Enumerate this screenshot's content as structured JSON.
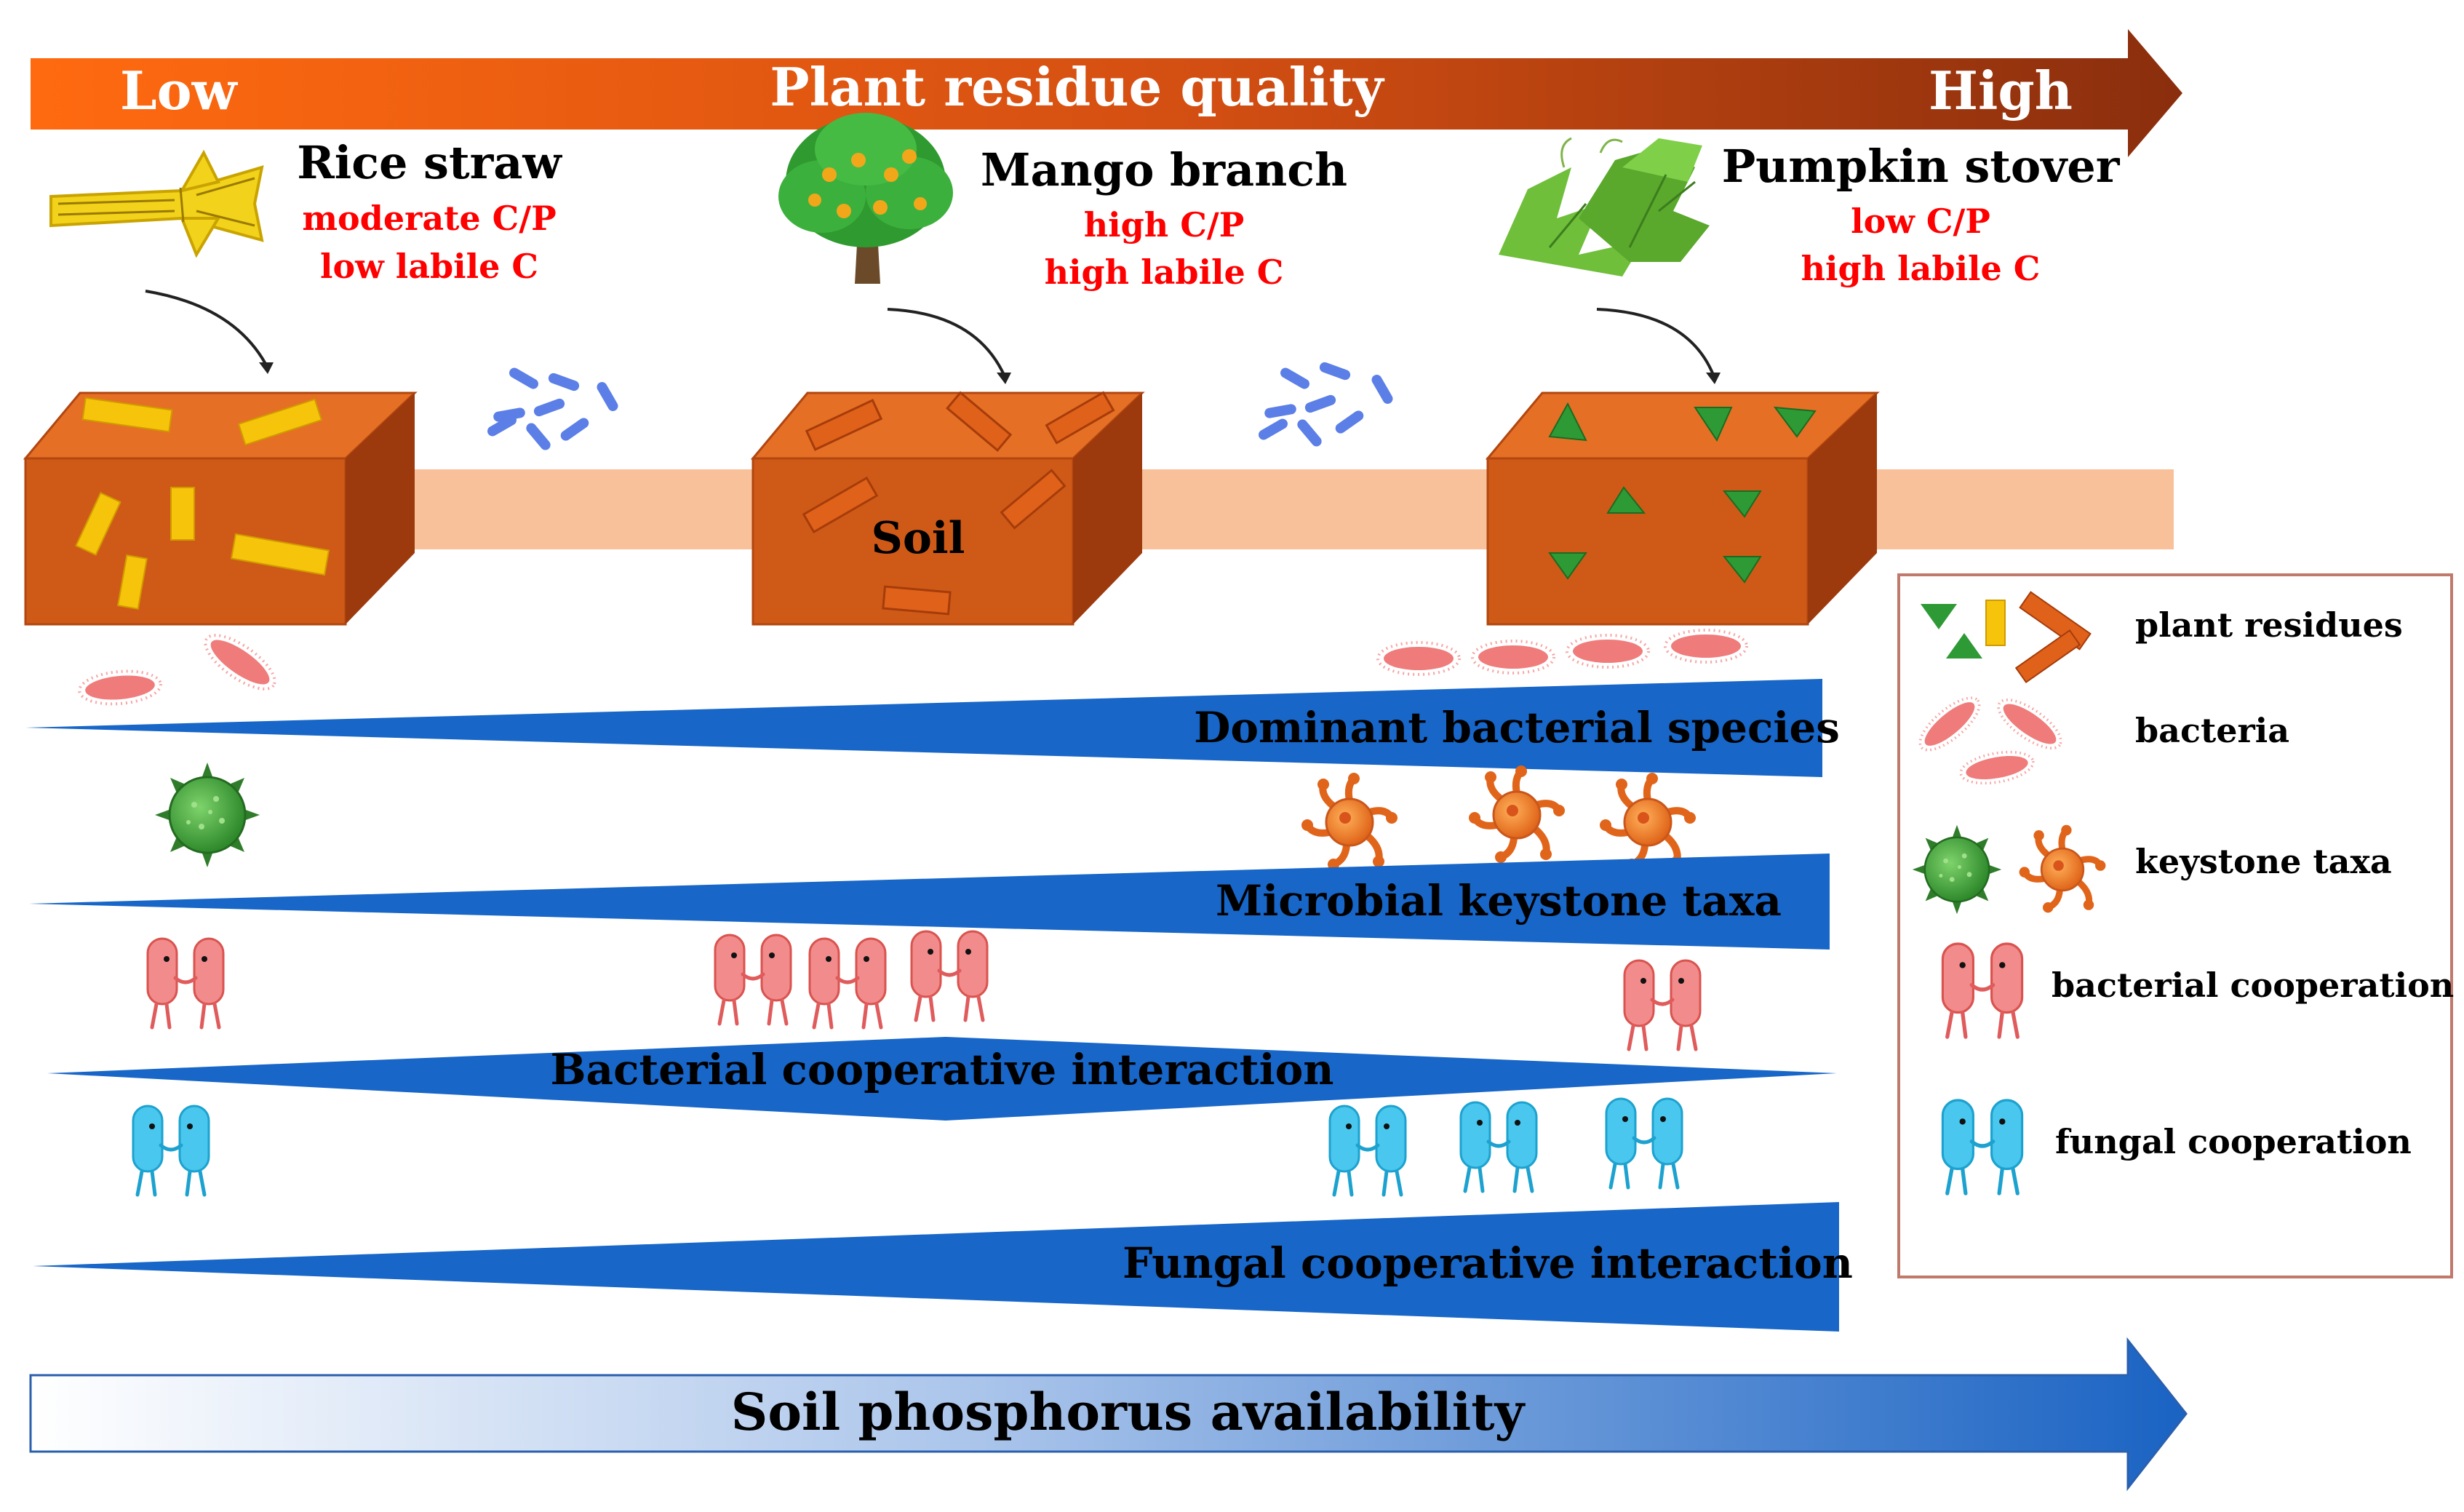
{
  "colors": {
    "top_arrow_start": "#ff6a10",
    "top_arrow_end": "#8a2e0d",
    "wedge_blue": "#1766c8",
    "soil_front": "#cf5a18",
    "soil_top": "#e56f25",
    "soil_side": "#9c3a0d",
    "soil_strip": "#f8c19a",
    "bottom_arrow_end": "#1a63c3",
    "label_red": "#ff0000"
  },
  "top_arrow": {
    "low": "Low",
    "title": "Plant residue quality",
    "high": "High"
  },
  "residues": [
    {
      "name": "Rice straw",
      "cp": "moderate C/P",
      "labile": "low labile C",
      "icon": "straw-icon"
    },
    {
      "name": "Mango branch",
      "cp": "high C/P",
      "labile": "high labile C",
      "icon": "tree-icon"
    },
    {
      "name": "Pumpkin stover",
      "cp": "low C/P",
      "labile": "high labile  C",
      "icon": "leaf-icon"
    }
  ],
  "soil_label": "Soil",
  "wedges": {
    "dominant": "Dominant bacterial species",
    "keystone": "Microbial keystone taxa",
    "bacterial_coop": "Bacterial cooperative interaction",
    "fungal_coop": "Fungal cooperative interaction"
  },
  "bottom_arrow": {
    "label": "Soil phosphorus availability"
  },
  "legend": {
    "residues": "plant  residues",
    "bacteria": "bacteria",
    "keystone": "keystone taxa",
    "bact_coop": "bacterial cooperation",
    "fungal_coop": "fungal cooperation"
  }
}
